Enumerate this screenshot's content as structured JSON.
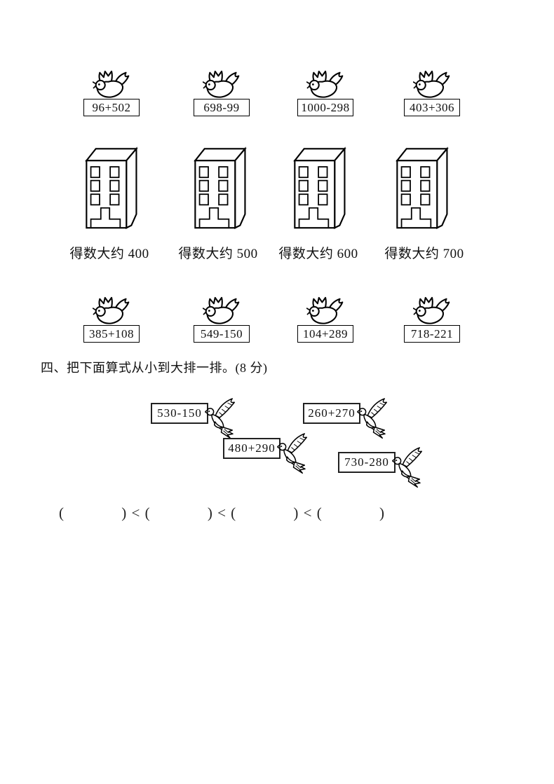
{
  "page": {
    "background": "#ffffff",
    "ink": "#111111"
  },
  "estimation": {
    "row_top": [
      {
        "expr": "96+502"
      },
      {
        "expr": "698-99"
      },
      {
        "expr": "1000-298"
      },
      {
        "expr": "403+306"
      }
    ],
    "buildings": [
      {
        "label": "得数大约 400"
      },
      {
        "label": "得数大约 500"
      },
      {
        "label": "得数大约 600"
      },
      {
        "label": "得数大约 700"
      }
    ],
    "row_bottom": [
      {
        "expr": "385+108"
      },
      {
        "expr": "549-150"
      },
      {
        "expr": "104+289"
      },
      {
        "expr": "718-221"
      }
    ]
  },
  "section_four": {
    "title": "四、把下面算式从小到大排一排。(8 分)",
    "cards": [
      {
        "expr": "530-150"
      },
      {
        "expr": "260+270"
      },
      {
        "expr": "480+290"
      },
      {
        "expr": "730-280"
      }
    ],
    "answer_line": "(             ) < (             ) < (             ) < (             )"
  }
}
